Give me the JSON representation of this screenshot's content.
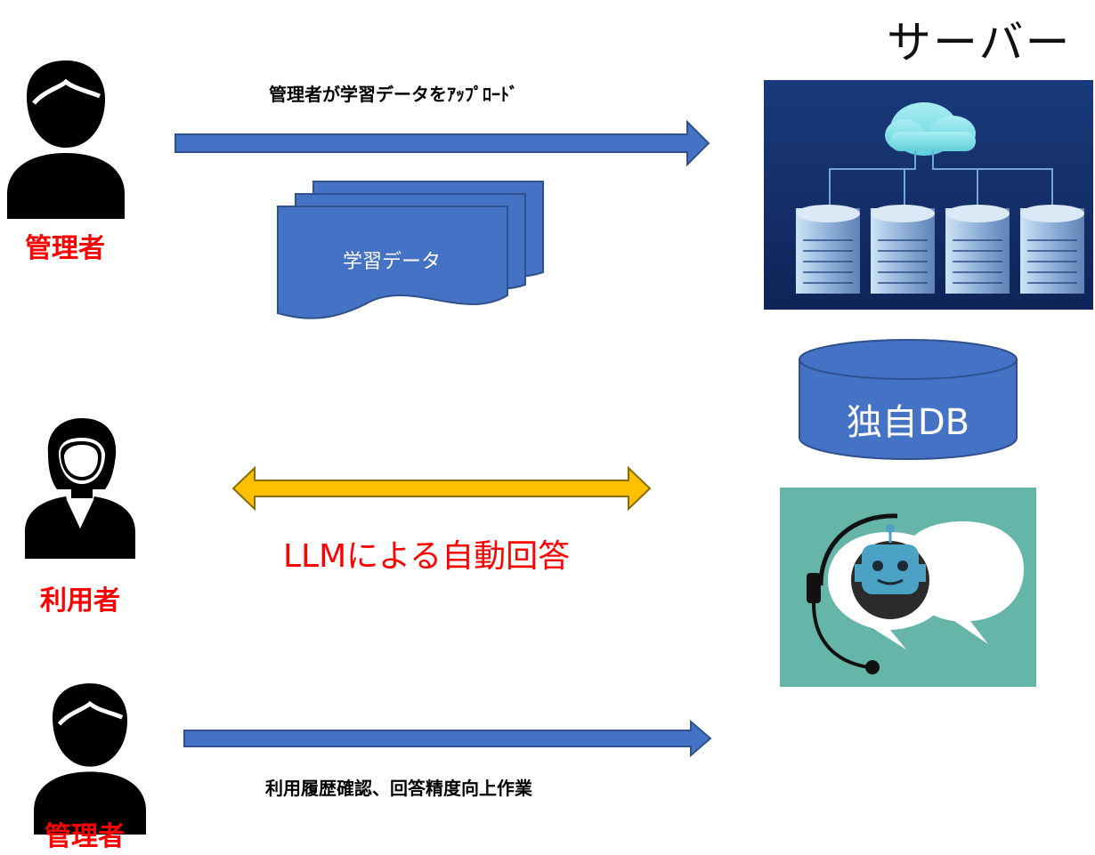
{
  "server": {
    "title": "サーバー"
  },
  "roles": {
    "admin_top": "管理者",
    "user": "利用者",
    "admin_bottom": "管理者"
  },
  "flows": {
    "upload_label": "管理者が学習データをｱｯﾌﾟﾛｰﾄﾞ",
    "llm_label": "LLMによる自動回答",
    "review_label": "利用履歴確認、回答精度向上作業"
  },
  "document": {
    "label": "学習データ"
  },
  "database": {
    "label": "独自DB"
  },
  "icons": {
    "admin_top": "person-icon",
    "user": "woman-person-icon",
    "admin_bottom": "person-icon",
    "server_image": "cloud-servers-image",
    "chatbot_image": "chatbot-headset-image"
  },
  "colors": {
    "arrow_blue": "#4472c4",
    "arrow_outline": "#2f528f",
    "bidirectional_arrow": "#ffc000",
    "role_text": "#ff0000",
    "chatbot_bg": "#66b5a9",
    "server_bg": "#14306e"
  }
}
